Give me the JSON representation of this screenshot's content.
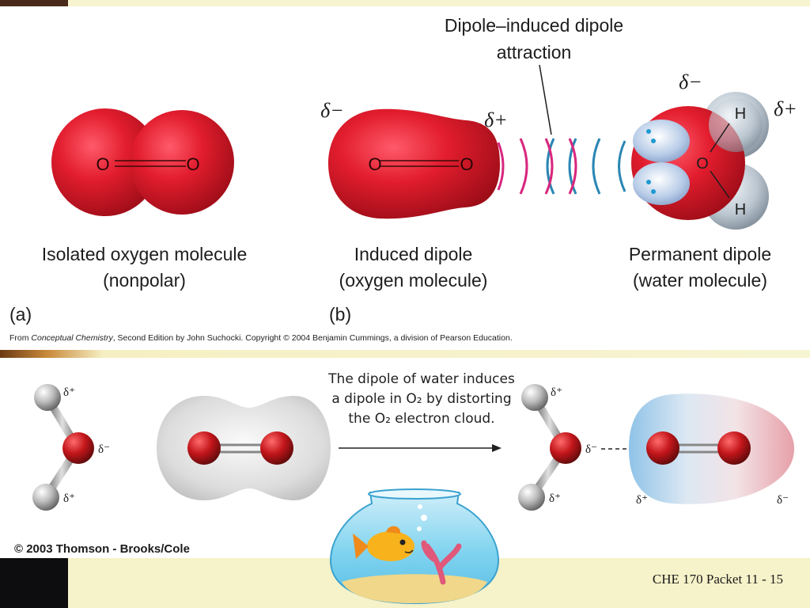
{
  "top_figure": {
    "title_line1": "Dipole–induced dipole",
    "title_line2": "attraction",
    "isolated": {
      "label_line1": "Isolated oxygen molecule",
      "label_line2": "(nonpolar)",
      "atom_left": "O",
      "atom_right": "O"
    },
    "induced": {
      "label_line1": "Induced dipole",
      "label_line2": "(oxygen molecule)",
      "atom_left": "O",
      "atom_right": "O",
      "charge_left": "δ−",
      "charge_right": "δ+"
    },
    "permanent": {
      "label_line1": "Permanent dipole",
      "label_line2": "(water molecule)",
      "atom_o": "O",
      "atom_h_top": "H",
      "atom_h_bottom": "H",
      "charge_top": "δ−",
      "charge_right": "δ+"
    },
    "panel_a": "(a)",
    "panel_b": "(b)",
    "credit_prefix": "From ",
    "credit_book": "Conceptual Chemistry",
    "credit_rest": ", Second Edition by John Suchocki. Copyright © 2004 Benjamin Cummings, a division of Pearson Education."
  },
  "bottom_figure": {
    "caption_line1": "The dipole of water induces",
    "caption_line2": "a dipole in O₂ by distorting",
    "caption_line3": "the O₂ electron cloud.",
    "water_left": {
      "h_top_charge": "δ⁺",
      "o_charge": "δ⁻",
      "h_bottom_charge": "δ⁺"
    },
    "water_right": {
      "h_top_charge": "δ⁺",
      "o_charge": "δ⁻",
      "h_bottom_charge": "δ⁺"
    },
    "o2_cloud_left_charge": "δ⁺",
    "o2_cloud_right_charge": "δ⁻",
    "credit": "© 2003 Thomson - Brooks/Cole"
  },
  "footer": {
    "slide_label": "CHE 170 Packet 11 - 15"
  },
  "colors": {
    "oxygen_red": "#e0202e",
    "water_hydrogen": "#c8d2dc",
    "arc_magenta": "#d8277e",
    "arc_blue": "#2a86b3",
    "slide_bar": "#f6f2c9"
  }
}
